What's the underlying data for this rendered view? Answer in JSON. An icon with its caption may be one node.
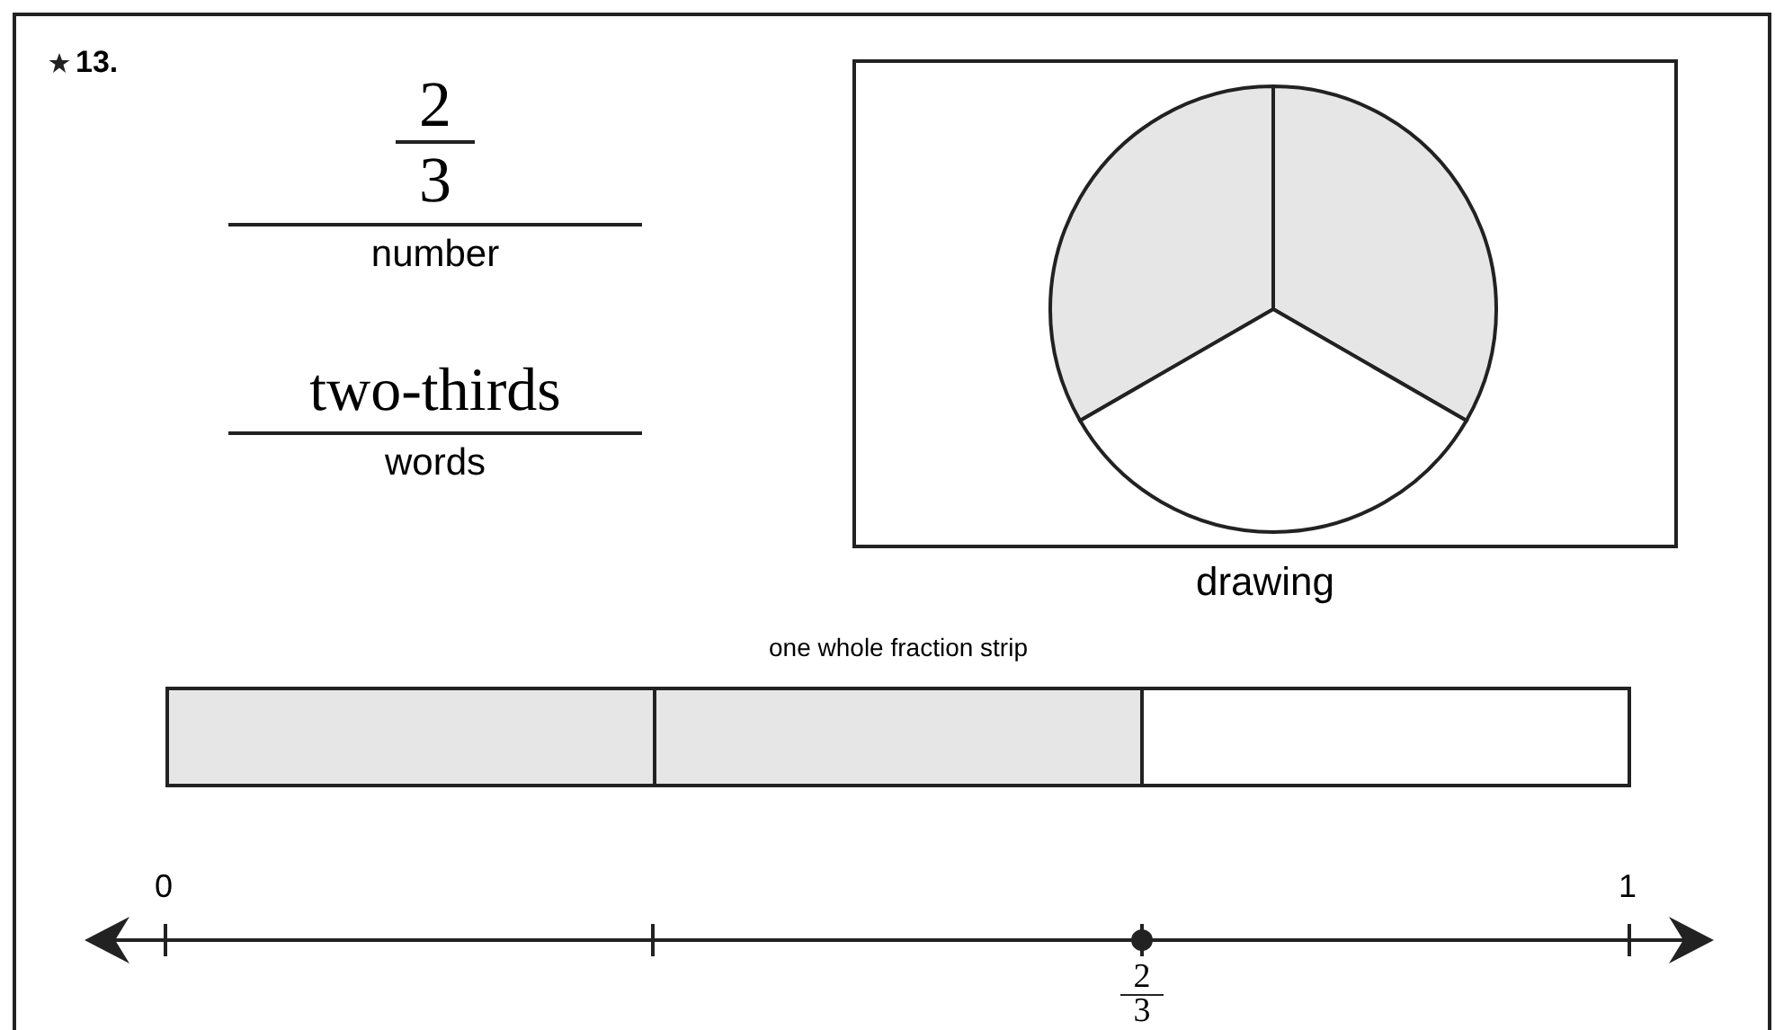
{
  "diagram": {
    "nodes": [
      {
        "text": [
          "drawing"
        ]
      },
      {
        "text": [
          "one whole fraction strip"
        ]
      }
    ],
    "labels": [
      "13.",
      "2",
      "3",
      "number",
      "two-thirds",
      "words",
      "0",
      "1",
      "2",
      "3"
    ]
  }
}
